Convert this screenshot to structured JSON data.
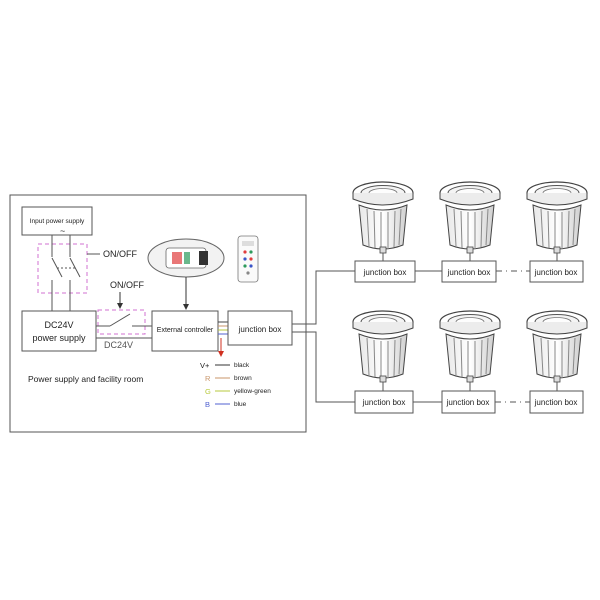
{
  "room": {
    "caption": "Power supply and facility room",
    "input_supply": "Input power supply",
    "switch1_label": "ON/OFF",
    "switch2_label": "ON/OFF",
    "psu_line1": "DC24V",
    "psu_line2": "power supply",
    "dc_label": "DC24V",
    "controller": "External controller",
    "junction_box": "junction box"
  },
  "wires": [
    {
      "symbol": "V+",
      "name": "black",
      "color": "#333333"
    },
    {
      "symbol": "R",
      "name": "brown",
      "color": "#c8956a"
    },
    {
      "symbol": "G",
      "name": "yellow-green",
      "color": "#b7c93c"
    },
    {
      "symbol": "B",
      "name": "blue",
      "color": "#5060d0"
    }
  ],
  "fixtures": {
    "row1_boxes": [
      "junction box",
      "junction box",
      "junction box"
    ],
    "row2_boxes": [
      "junction box",
      "junction box",
      "junction box"
    ]
  },
  "colors": {
    "line": "#555555",
    "dashed_box": "#d070d0",
    "arrow": "#d03020"
  }
}
